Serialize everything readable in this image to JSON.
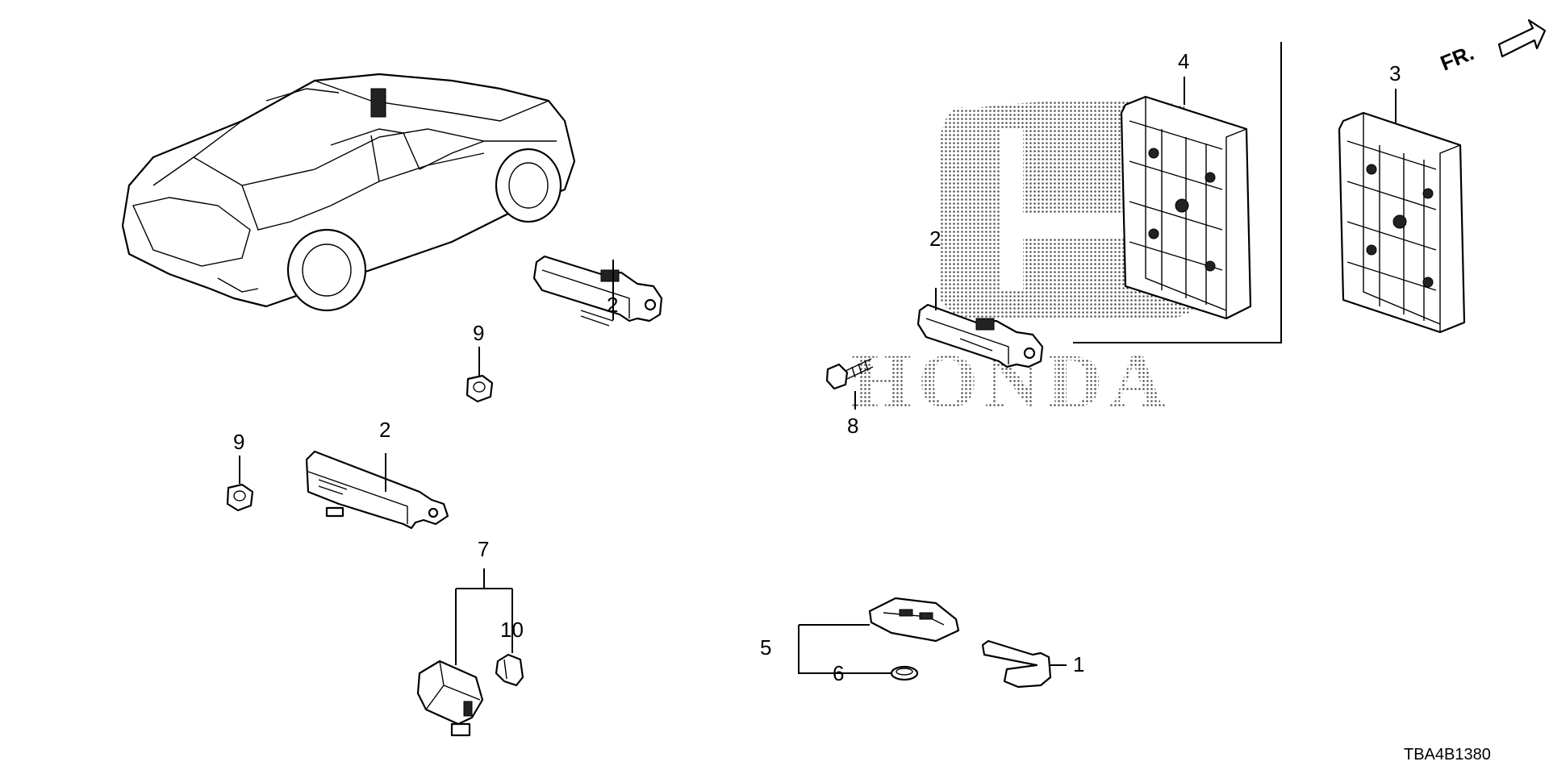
{
  "diagram": {
    "direction_label": "FR.",
    "diagram_code": "TBA4B1380",
    "logo_word": "HONDA",
    "callouts": {
      "c1": "1",
      "c2a": "2",
      "c2b": "2",
      "c2c": "2",
      "c3": "3",
      "c4": "4",
      "c5": "5",
      "c6": "6",
      "c7": "7",
      "c8": "8",
      "c9a": "9",
      "c9b": "9",
      "c10": "10"
    },
    "icons": [
      "vehicle-sedan-icon",
      "antenna-icon",
      "control-unit-icon",
      "key-fob-icon",
      "battery-icon",
      "key-blade-icon",
      "sensor-icon",
      "clip-icon",
      "bolt-icon",
      "nut-icon",
      "arrow-icon"
    ]
  }
}
